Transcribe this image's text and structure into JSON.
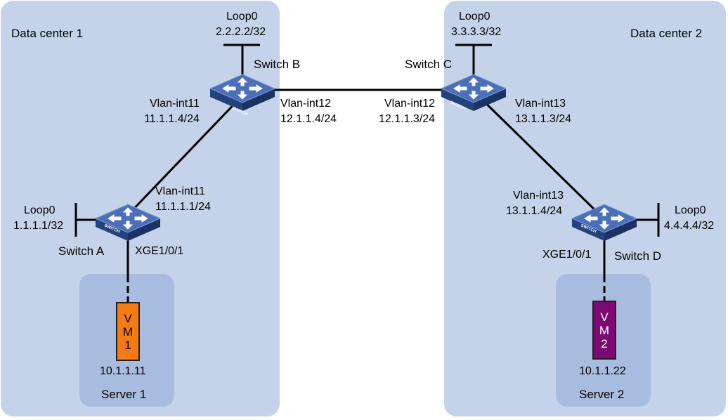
{
  "colors": {
    "zone_fill": "#c5d3ea",
    "server_fill": "#a7bcde",
    "line": "#000000",
    "switch_body": "#3f5fa6",
    "vm1_fill": "#f57a11",
    "vm2_fill": "#7d0a73",
    "vm1_text": "#000000",
    "vm2_text": "#ffffff"
  },
  "zones": {
    "dc1": "Data center 1",
    "dc2": "Data center 2"
  },
  "switches": {
    "a": {
      "name": "Switch A",
      "loop_label": "Loop0",
      "loop_ip": "1.1.1.1/32",
      "badge": "SWITCH",
      "icon": "switch-icon"
    },
    "b": {
      "name": "Switch B",
      "loop_label": "Loop0",
      "loop_ip": "2.2.2.2/32",
      "badge": "SWITCH",
      "icon": "switch-icon"
    },
    "c": {
      "name": "Switch C",
      "loop_label": "Loop0",
      "loop_ip": "3.3.3.3/32",
      "badge": "SWITCH",
      "icon": "switch-icon"
    },
    "d": {
      "name": "Switch D",
      "loop_label": "Loop0",
      "loop_ip": "4.4.4.4/32",
      "badge": "SWITCH",
      "icon": "switch-icon"
    }
  },
  "links": {
    "a_b": {
      "a_if": "Vlan-int11",
      "a_ip": "11.1.1.1/24",
      "b_if": "Vlan-int11",
      "b_ip": "11.1.1.4/24"
    },
    "b_c": {
      "b_if": "Vlan-int12",
      "b_ip": "12.1.1.4/24",
      "c_if": "Vlan-int12",
      "c_ip": "12.1.1.3/24"
    },
    "c_d": {
      "c_if": "Vlan-int13",
      "c_ip": "13.1.1.3/24",
      "d_if": "Vlan-int13",
      "d_ip": "13.1.1.4/24"
    }
  },
  "servers": {
    "s1": {
      "name": "Server 1",
      "port": "XGE1/0/1",
      "vm_lines": [
        "V",
        "M",
        "1"
      ],
      "vm_ip": "10.1.1.11"
    },
    "s2": {
      "name": "Server 2",
      "port": "XGE1/0/1",
      "vm_lines": [
        "V",
        "M",
        "2"
      ],
      "vm_ip": "10.1.1.22"
    }
  }
}
